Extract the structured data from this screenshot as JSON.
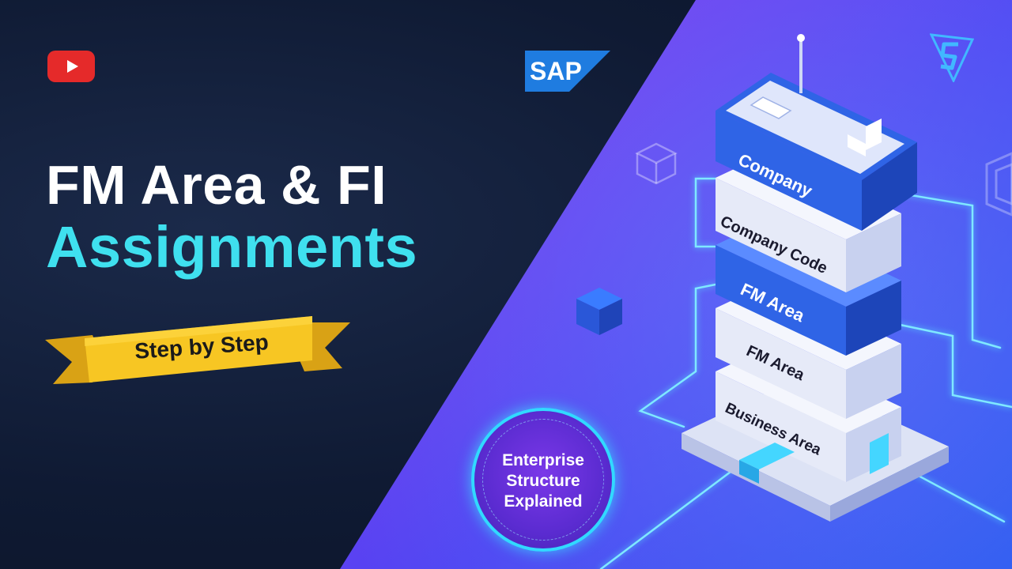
{
  "title": {
    "line1": "FM Area & FI",
    "line2": "Assignments"
  },
  "ribbon": {
    "label": "Step by Step"
  },
  "badge": {
    "line1": "Enterprise",
    "line2": "Structure",
    "line3": "Explained"
  },
  "logo": {
    "text": "SAP"
  },
  "tower": {
    "layers": [
      {
        "label": "Company",
        "style": "blue"
      },
      {
        "label": "Company Code",
        "style": "white"
      },
      {
        "label": "FM Area",
        "style": "blue"
      },
      {
        "label": "FM Area",
        "style": "white"
      },
      {
        "label": "Business Area",
        "style": "white"
      }
    ]
  },
  "icons": [
    "youtube-icon",
    "sap-logo",
    "brand-logo-icon",
    "box-icon",
    "cube-icon",
    "hexagon-icon"
  ],
  "colors": {
    "background_dark": "#0f1a33",
    "title_white": "#ffffff",
    "title_cyan": "#3fe0ef",
    "ribbon_yellow": "#f7c623",
    "gradient_purple": "#b13cf0",
    "gradient_blue": "#2b56f0",
    "layer_blue": "#2f64e6",
    "layer_white": "#eef1fa",
    "glow_cyan": "#31d9ff"
  }
}
